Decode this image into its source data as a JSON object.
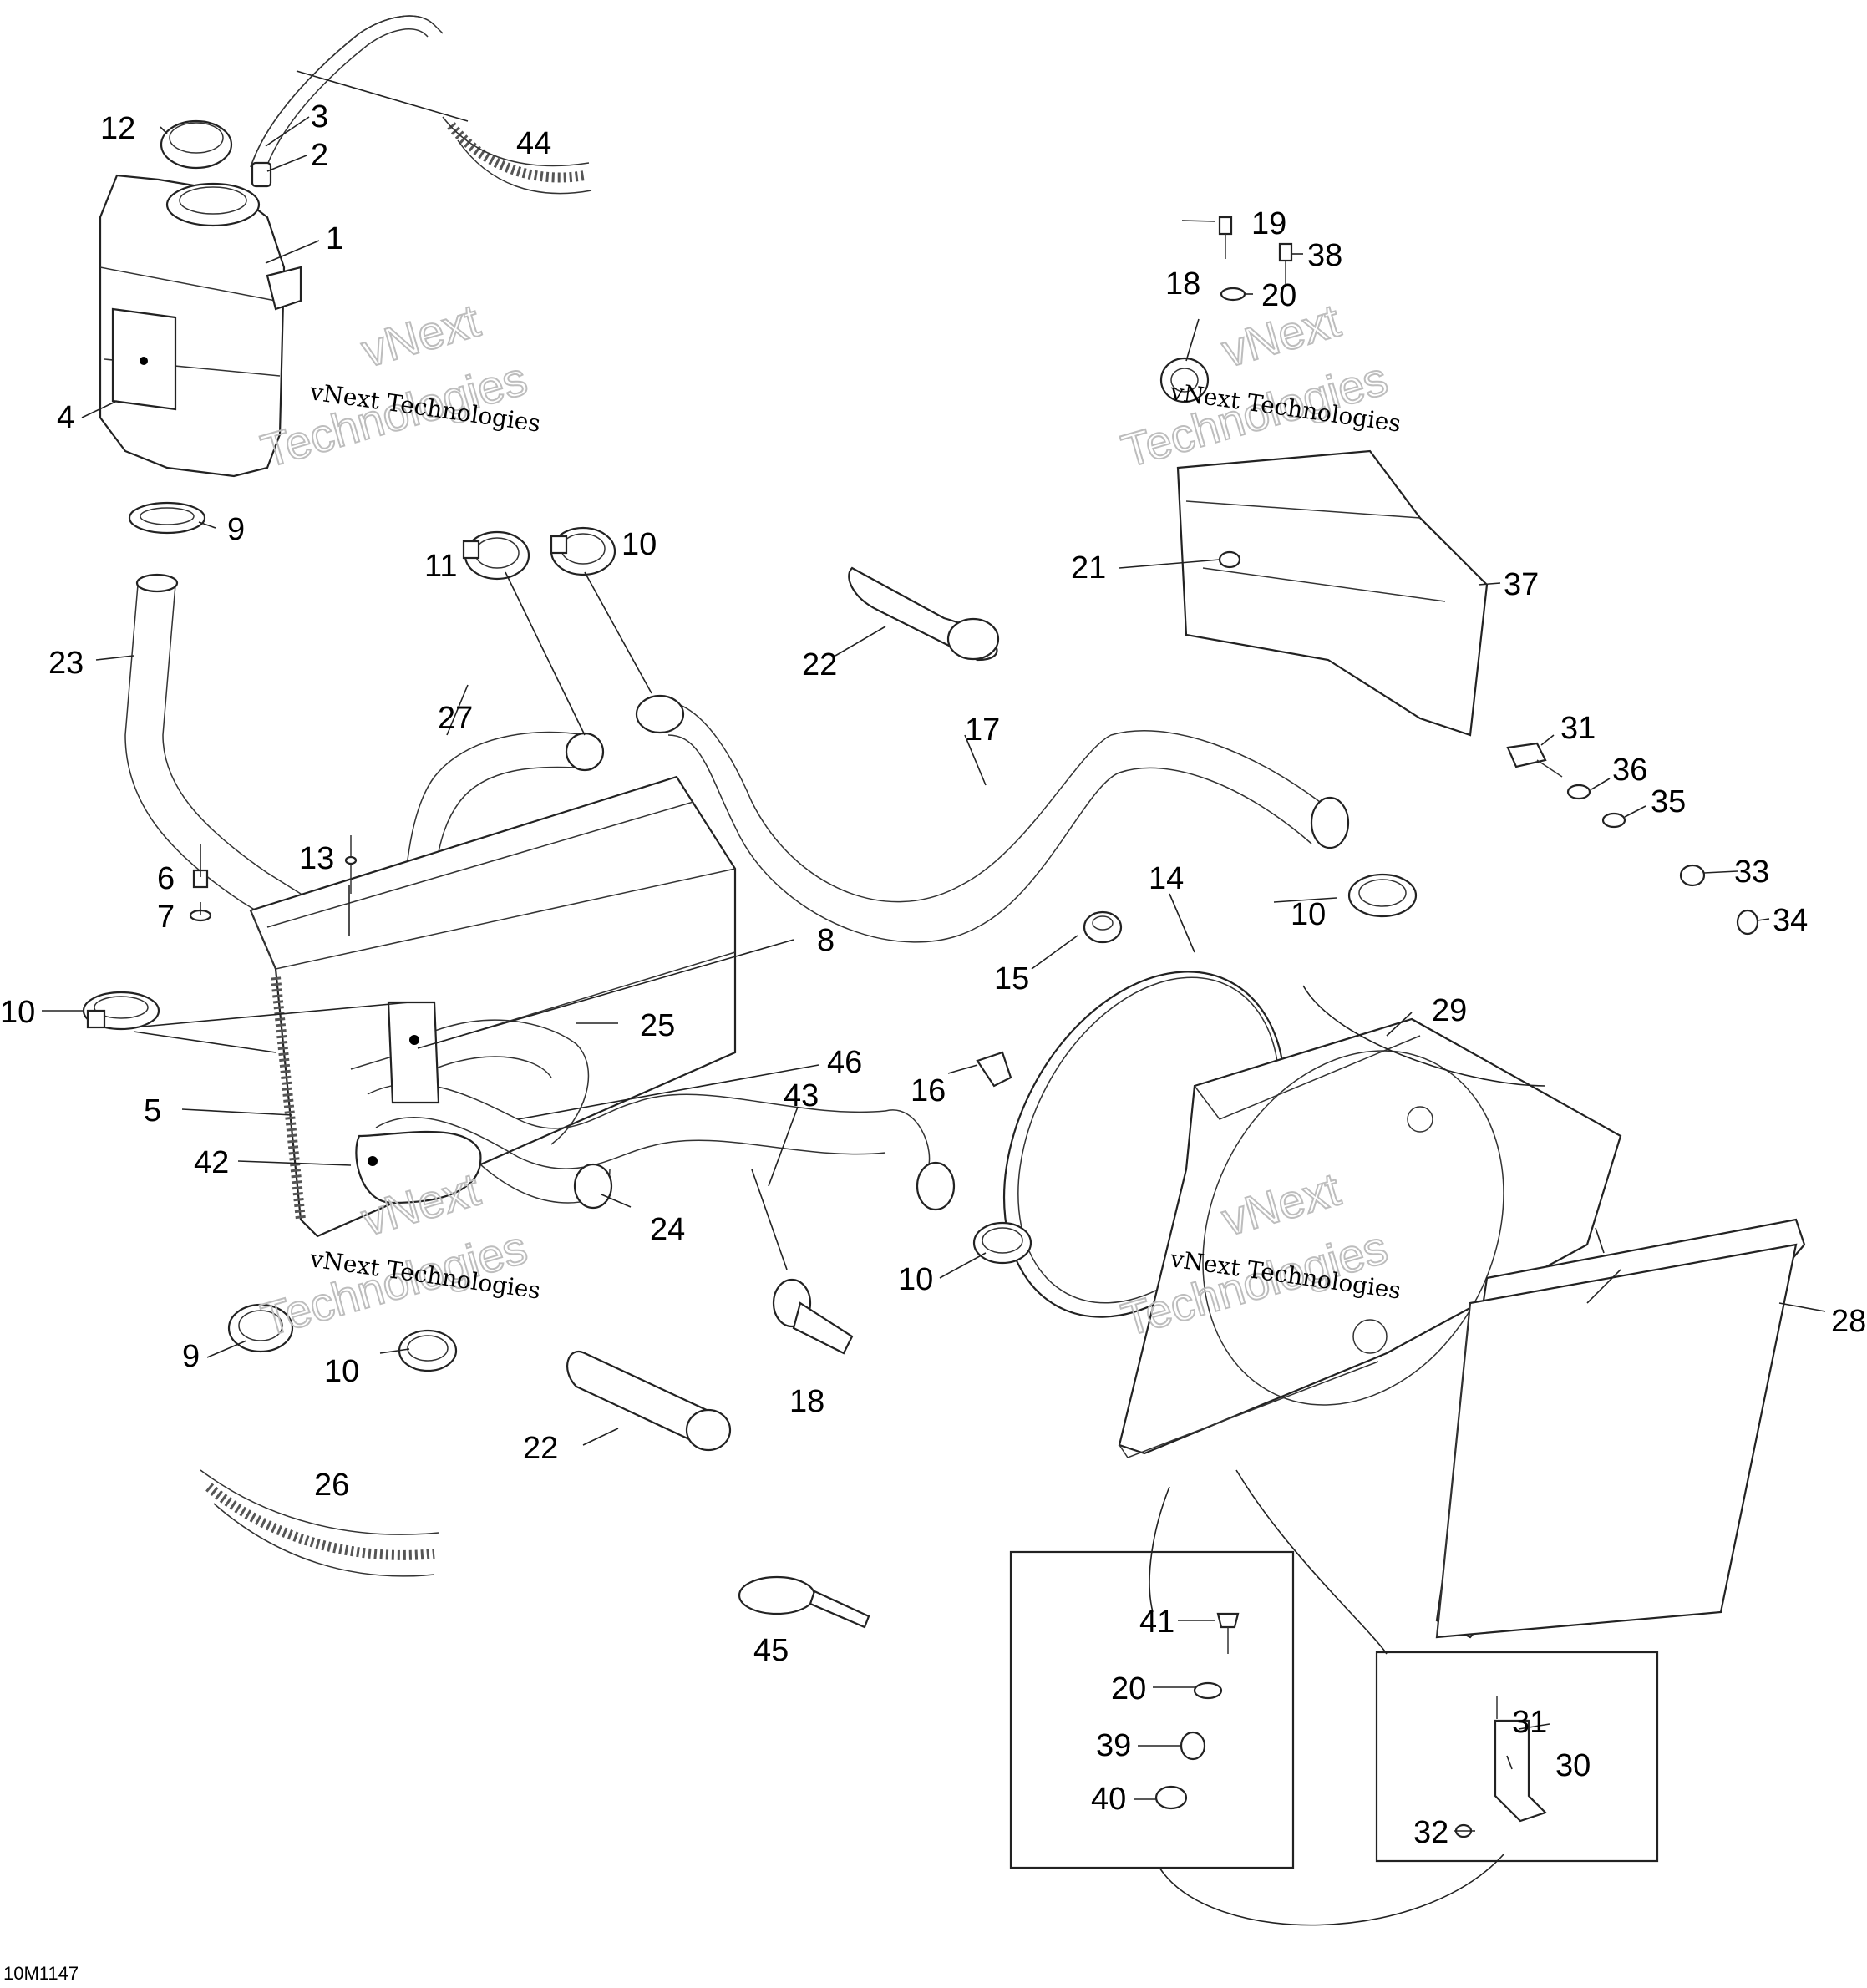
{
  "watermark": {
    "line1": "vNext Technologies",
    "line2a": "vNext",
    "line2b": "Technologies"
  },
  "figure_code": "10M1147",
  "callouts": [
    {
      "id": "c1",
      "text": "1"
    },
    {
      "id": "c2",
      "text": "2"
    },
    {
      "id": "c3",
      "text": "3"
    },
    {
      "id": "c4",
      "text": "4"
    },
    {
      "id": "c5",
      "text": "5"
    },
    {
      "id": "c6",
      "text": "6"
    },
    {
      "id": "c7",
      "text": "7"
    },
    {
      "id": "c8",
      "text": "8"
    },
    {
      "id": "c9a",
      "text": "9"
    },
    {
      "id": "c9b",
      "text": "9"
    },
    {
      "id": "c10a",
      "text": "10"
    },
    {
      "id": "c10b",
      "text": "10"
    },
    {
      "id": "c10c",
      "text": "10"
    },
    {
      "id": "c10d",
      "text": "10"
    },
    {
      "id": "c10e",
      "text": "10"
    },
    {
      "id": "c11",
      "text": "11"
    },
    {
      "id": "c12",
      "text": "12"
    },
    {
      "id": "c13",
      "text": "13"
    },
    {
      "id": "c14",
      "text": "14"
    },
    {
      "id": "c15",
      "text": "15"
    },
    {
      "id": "c16",
      "text": "16"
    },
    {
      "id": "c17",
      "text": "17"
    },
    {
      "id": "c18a",
      "text": "18"
    },
    {
      "id": "c18b",
      "text": "18"
    },
    {
      "id": "c19",
      "text": "19"
    },
    {
      "id": "c20a",
      "text": "20"
    },
    {
      "id": "c20b",
      "text": "20"
    },
    {
      "id": "c21",
      "text": "21"
    },
    {
      "id": "c22a",
      "text": "22"
    },
    {
      "id": "c22b",
      "text": "22"
    },
    {
      "id": "c23",
      "text": "23"
    },
    {
      "id": "c24",
      "text": "24"
    },
    {
      "id": "c25",
      "text": "25"
    },
    {
      "id": "c26",
      "text": "26"
    },
    {
      "id": "c27",
      "text": "27"
    },
    {
      "id": "c28",
      "text": "28"
    },
    {
      "id": "c29",
      "text": "29"
    },
    {
      "id": "c30",
      "text": "30"
    },
    {
      "id": "c31a",
      "text": "31"
    },
    {
      "id": "c31b",
      "text": "31"
    },
    {
      "id": "c32",
      "text": "32"
    },
    {
      "id": "c33",
      "text": "33"
    },
    {
      "id": "c34",
      "text": "34"
    },
    {
      "id": "c35",
      "text": "35"
    },
    {
      "id": "c36",
      "text": "36"
    },
    {
      "id": "c37",
      "text": "37"
    },
    {
      "id": "c38",
      "text": "38"
    },
    {
      "id": "c39",
      "text": "39"
    },
    {
      "id": "c40",
      "text": "40"
    },
    {
      "id": "c41",
      "text": "41"
    },
    {
      "id": "c42",
      "text": "42"
    },
    {
      "id": "c43",
      "text": "43"
    },
    {
      "id": "c44",
      "text": "44"
    },
    {
      "id": "c45",
      "text": "45"
    },
    {
      "id": "c46",
      "text": "46"
    }
  ]
}
